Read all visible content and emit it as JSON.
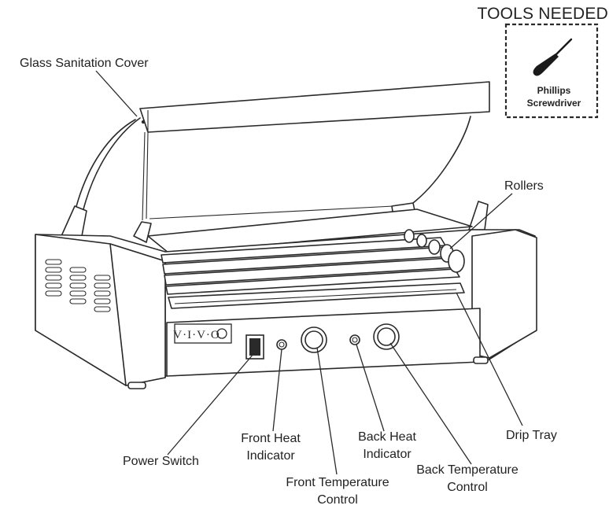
{
  "tools": {
    "title": "TOOLS NEEDED",
    "tool_line1": "Phillips",
    "tool_line2": "Screwdriver",
    "icon": "screwdriver-icon"
  },
  "device": {
    "brand": "V·I·V·O"
  },
  "labels": {
    "glass_cover": "Glass Sanitation Cover",
    "rollers": "Rollers",
    "drip_tray": "Drip Tray",
    "power_switch": "Power Switch",
    "front_heat_1": "Front Heat",
    "front_heat_2": "Indicator",
    "front_temp_1": "Front Temperature",
    "front_temp_2": "Control",
    "back_heat_1": "Back Heat",
    "back_heat_2": "Indicator",
    "back_temp_1": "Back Temperature",
    "back_temp_2": "Control"
  }
}
